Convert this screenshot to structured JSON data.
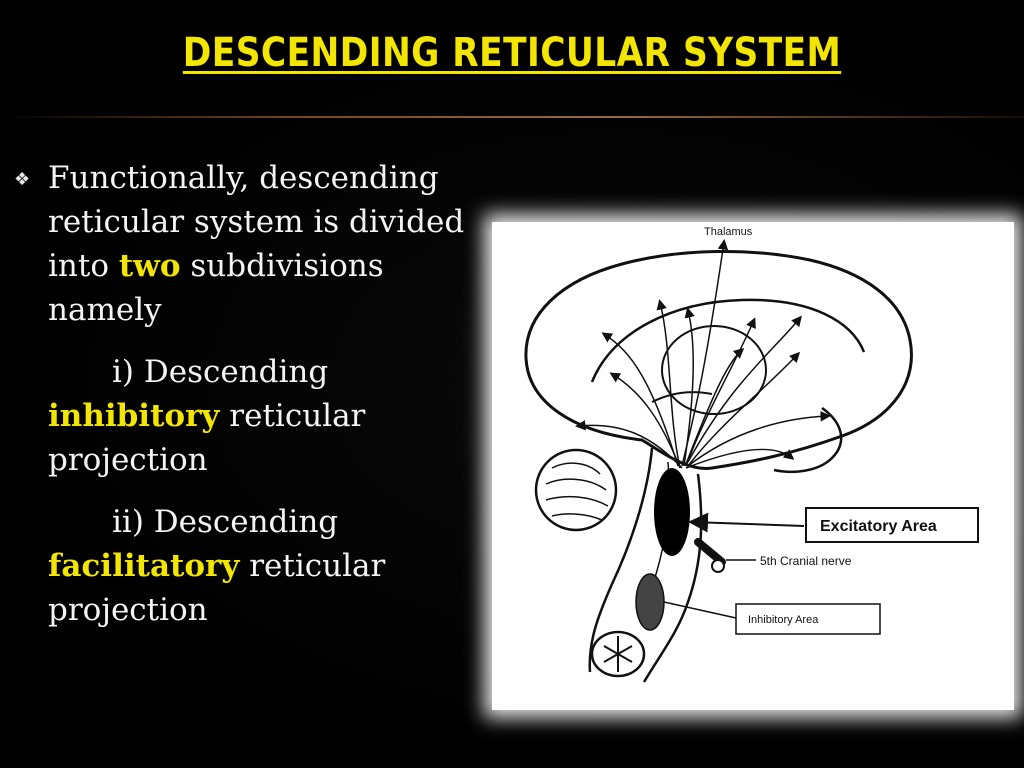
{
  "slide": {
    "title": "DESCENDING RETICULAR SYSTEM",
    "bullet": {
      "text_1": "Functionally, descending reticular system is divided into ",
      "highlight_1": "two",
      "text_2": " subdivisions namely"
    },
    "items": [
      {
        "prefix": "i) Descending",
        "highlight": "inhibitory",
        "suffix": " reticular projection"
      },
      {
        "prefix": "ii) Descending",
        "highlight": "facilitatory",
        "suffix": " reticular projection"
      }
    ]
  },
  "diagram": {
    "labels": {
      "thalamus": "Thalamus",
      "excitatory": "Excitatory Area",
      "cranial_nerve": "5th Cranial nerve",
      "inhibitory": "Inhibitory Area"
    }
  },
  "colors": {
    "background": "#000000",
    "title": "#f2e600",
    "highlight": "#f2e600",
    "body_text": "#f4f4f4"
  }
}
